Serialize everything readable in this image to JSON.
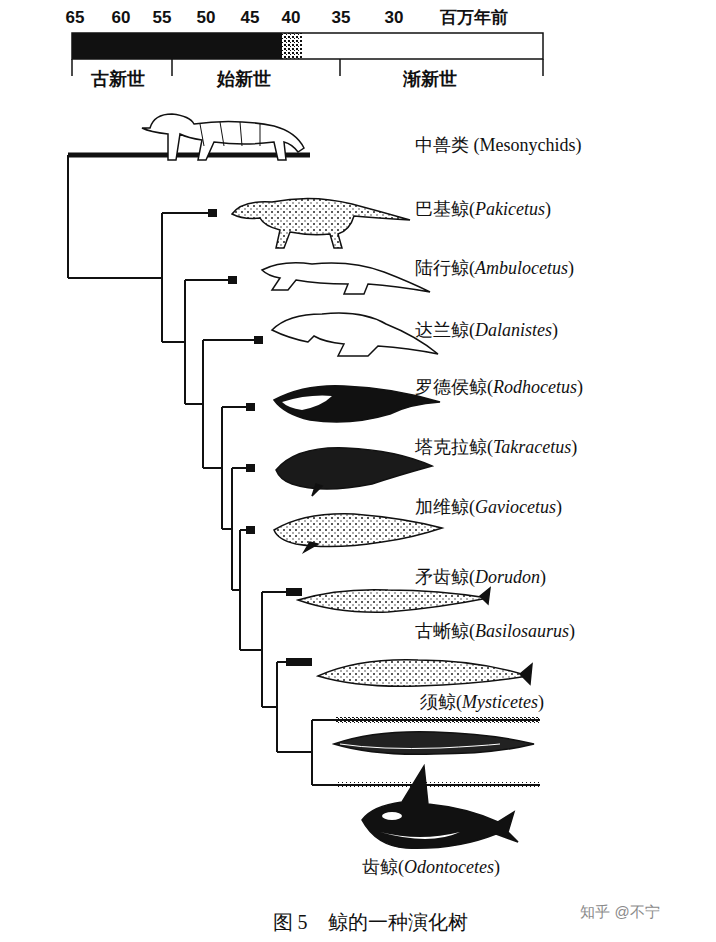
{
  "diagram": {
    "caption": "图 5　鲸的一种演化树",
    "labels": [
      "65",
      "60",
      "55",
      "50",
      "45",
      "40",
      "35",
      "30",
      "百万年前",
      "古新世",
      "始新世",
      "渐新世",
      "中兽类 (Mesonychids)",
      "巴基鲸(Pakicetus)",
      "陆行鲸(Ambulocetus)",
      "达兰鲸(Dalanistes)",
      "罗德侯鲸(Rodhocetus)",
      "塔克拉鲸(Takracetus)",
      "加维鲸(Gaviocetus)",
      "矛齿鲸(Dorudon)",
      "古蜥鲸(Basilosaurus)",
      "须鲸(Mysticetes)",
      "齿鲸(Odontocetes)",
      "知乎 @不宁"
    ]
  }
}
